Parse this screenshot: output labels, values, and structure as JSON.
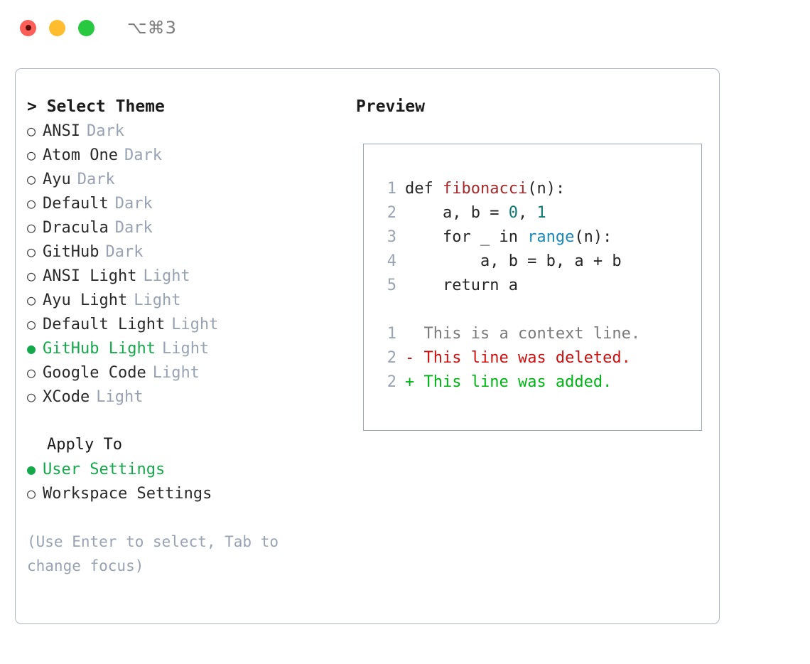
{
  "window": {
    "shortcut": "⌥⌘3",
    "traffic_lights": [
      {
        "name": "close",
        "color": "#fc5f57"
      },
      {
        "name": "minimize",
        "color": "#febc2e"
      },
      {
        "name": "maximize",
        "color": "#28c840"
      }
    ]
  },
  "theme_picker": {
    "heading": "> Select Theme",
    "bullet_unselected": "○",
    "bullet_selected": "●",
    "accent_color": "#14a84a",
    "muted_color": "#98a2b3",
    "items": [
      {
        "name": "ANSI",
        "kind": "Dark",
        "selected": false
      },
      {
        "name": "Atom One",
        "kind": "Dark",
        "selected": false
      },
      {
        "name": "Ayu",
        "kind": "Dark",
        "selected": false
      },
      {
        "name": "Default",
        "kind": "Dark",
        "selected": false
      },
      {
        "name": "Dracula",
        "kind": "Dark",
        "selected": false
      },
      {
        "name": "GitHub",
        "kind": "Dark",
        "selected": false
      },
      {
        "name": "ANSI Light",
        "kind": "Light",
        "selected": false
      },
      {
        "name": "Ayu Light",
        "kind": "Light",
        "selected": false
      },
      {
        "name": "Default Light",
        "kind": "Light",
        "selected": false
      },
      {
        "name": "GitHub Light",
        "kind": "Light",
        "selected": true
      },
      {
        "name": "Google Code",
        "kind": "Light",
        "selected": false
      },
      {
        "name": "XCode",
        "kind": "Light",
        "selected": false
      }
    ]
  },
  "apply_to": {
    "heading": "Apply To",
    "items": [
      {
        "name": "User Settings",
        "selected": true
      },
      {
        "name": "Workspace Settings",
        "selected": false
      }
    ]
  },
  "hint": "(Use Enter to select, Tab to change focus)",
  "preview": {
    "heading": "Preview",
    "code_lines": [
      {
        "num": "1",
        "parts": [
          {
            "t": "def ",
            "c": "plain"
          },
          {
            "t": "fibonacci",
            "c": "fn"
          },
          {
            "t": "(n):",
            "c": "plain"
          }
        ]
      },
      {
        "num": "2",
        "parts": [
          {
            "t": "    a, b = ",
            "c": "plain"
          },
          {
            "t": "0",
            "c": "num"
          },
          {
            "t": ", ",
            "c": "plain"
          },
          {
            "t": "1",
            "c": "num"
          }
        ]
      },
      {
        "num": "3",
        "parts": [
          {
            "t": "    for _ in ",
            "c": "plain"
          },
          {
            "t": "range",
            "c": "call"
          },
          {
            "t": "(n):",
            "c": "plain"
          }
        ]
      },
      {
        "num": "4",
        "parts": [
          {
            "t": "        a, b = b, a + b",
            "c": "plain"
          }
        ]
      },
      {
        "num": "5",
        "parts": [
          {
            "t": "    return a",
            "c": "plain"
          }
        ]
      }
    ],
    "diff_lines": [
      {
        "num": "1",
        "marker": "  ",
        "text": "This is a context line.",
        "kind": "ctx"
      },
      {
        "num": "2",
        "marker": "- ",
        "text": "This line was deleted.",
        "kind": "del"
      },
      {
        "num": "2",
        "marker": "+ ",
        "text": "This line was added.",
        "kind": "add"
      }
    ],
    "colors": {
      "function": "#a4292b",
      "number": "#0f7a73",
      "builtin": "#1a87b8",
      "context": "#7a7a7a",
      "deleted": "#cc0f0f",
      "added": "#00b315"
    }
  }
}
